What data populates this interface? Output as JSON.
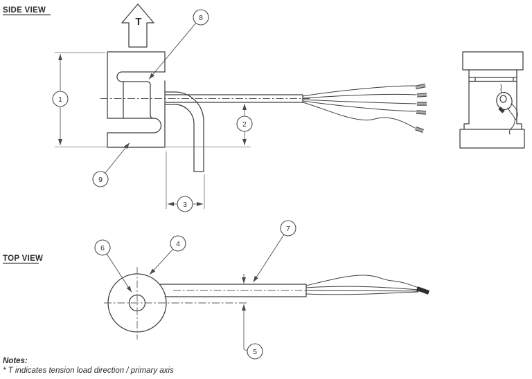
{
  "labels": {
    "side_view": "SIDE VIEW",
    "top_view": "TOP VIEW",
    "tension": "T"
  },
  "notes": {
    "title": "Notes:",
    "lines": [
      "* T indicates tension load direction / primary axis"
    ]
  },
  "callouts": [
    {
      "number": "1"
    },
    {
      "number": "2"
    },
    {
      "number": "3"
    },
    {
      "number": "4"
    },
    {
      "number": "5"
    },
    {
      "number": "6"
    },
    {
      "number": "7"
    },
    {
      "number": "8"
    },
    {
      "number": "9"
    }
  ],
  "colors": {
    "line": "#3c3c3c",
    "dimension": "#5a5a5a",
    "text": "#2b2b2b",
    "background": "#ffffff"
  }
}
